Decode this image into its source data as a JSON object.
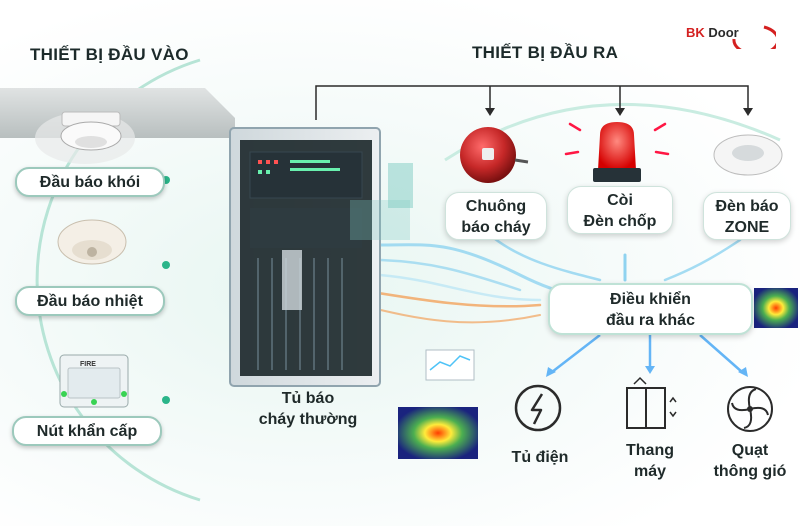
{
  "logo": {
    "bk": "BK",
    "door": "Door"
  },
  "headers": {
    "input": "THIẾT BỊ ĐẦU VÀO",
    "output": "THIẾT BỊ ĐẦU RA"
  },
  "inputs": [
    {
      "label": "Đầu báo khói"
    },
    {
      "label": "Đầu báo nhiệt"
    },
    {
      "label": "Nút khẩn cấp"
    }
  ],
  "panel": {
    "line1": "Tủ báo",
    "line2": "cháy thường"
  },
  "outputs": [
    {
      "line1": "Chuông",
      "line2": "báo cháy"
    },
    {
      "line1": "Còi",
      "line2": "Đèn chốp"
    },
    {
      "line1": "Đèn báo",
      "line2": "ZONE"
    }
  ],
  "controller": {
    "line1": "Điều khiển",
    "line2": "đầu ra khác"
  },
  "devices": [
    {
      "line1": "Tủ điện",
      "line2": ""
    },
    {
      "line1": "Thang",
      "line2": "máy"
    },
    {
      "line1": "Quạt",
      "line2": "thông gió"
    }
  ],
  "call_point_text": "FIRE",
  "colors": {
    "accent": "#2bb58a",
    "flow_blue": "#8fd3f0",
    "flow_orange": "#f2a35c",
    "alarm_red": "#c62828"
  }
}
